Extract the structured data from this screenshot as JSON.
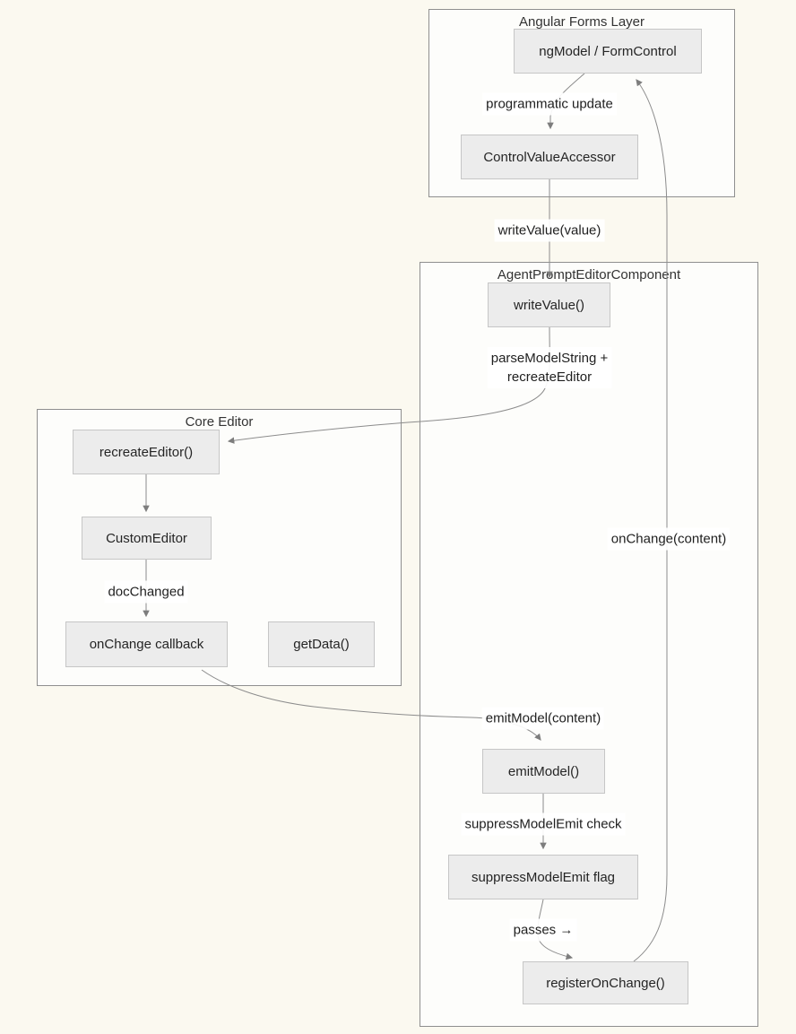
{
  "diagram": {
    "type": "flowchart",
    "containers": {
      "angular_forms_layer": {
        "title": "Angular Forms Layer"
      },
      "agent_prompt_editor": {
        "title": "AgentPromptEditorComponent"
      },
      "core_editor": {
        "title": "Core Editor"
      }
    },
    "nodes": {
      "ngmodel_formcontrol": {
        "label": "ngModel / FormControl"
      },
      "control_value_accessor": {
        "label": "ControlValueAccessor"
      },
      "write_value": {
        "label": "writeValue()"
      },
      "recreate_editor": {
        "label": "recreateEditor()"
      },
      "custom_editor": {
        "label": "CustomEditor"
      },
      "onchange_callback": {
        "label": "onChange callback"
      },
      "get_data": {
        "label": "getData()"
      },
      "emit_model": {
        "label": "emitModel()"
      },
      "suppress_flag": {
        "label": "suppressModelEmit flag"
      },
      "register_onchange": {
        "label": "registerOnChange()"
      }
    },
    "edge_labels": {
      "programmatic_update": "programmatic update",
      "write_value_value": "writeValue(value)",
      "parse_model_line1": "parseModelString +",
      "parse_model_line2": "recreateEditor",
      "doc_changed": "docChanged",
      "emit_model_content": "emitModel(content)",
      "suppress_check": "suppressModelEmit check",
      "passes": "passes →",
      "onchange_content": "onChange(content)"
    },
    "colors": {
      "page_background": "#fbf9f0",
      "container_fill": "#fdfdfb",
      "container_border": "#8f8f8f",
      "node_fill": "#ececec",
      "node_border": "#c6c6c6",
      "edge_stroke": "#8c8c8c",
      "text": "#252525"
    }
  }
}
